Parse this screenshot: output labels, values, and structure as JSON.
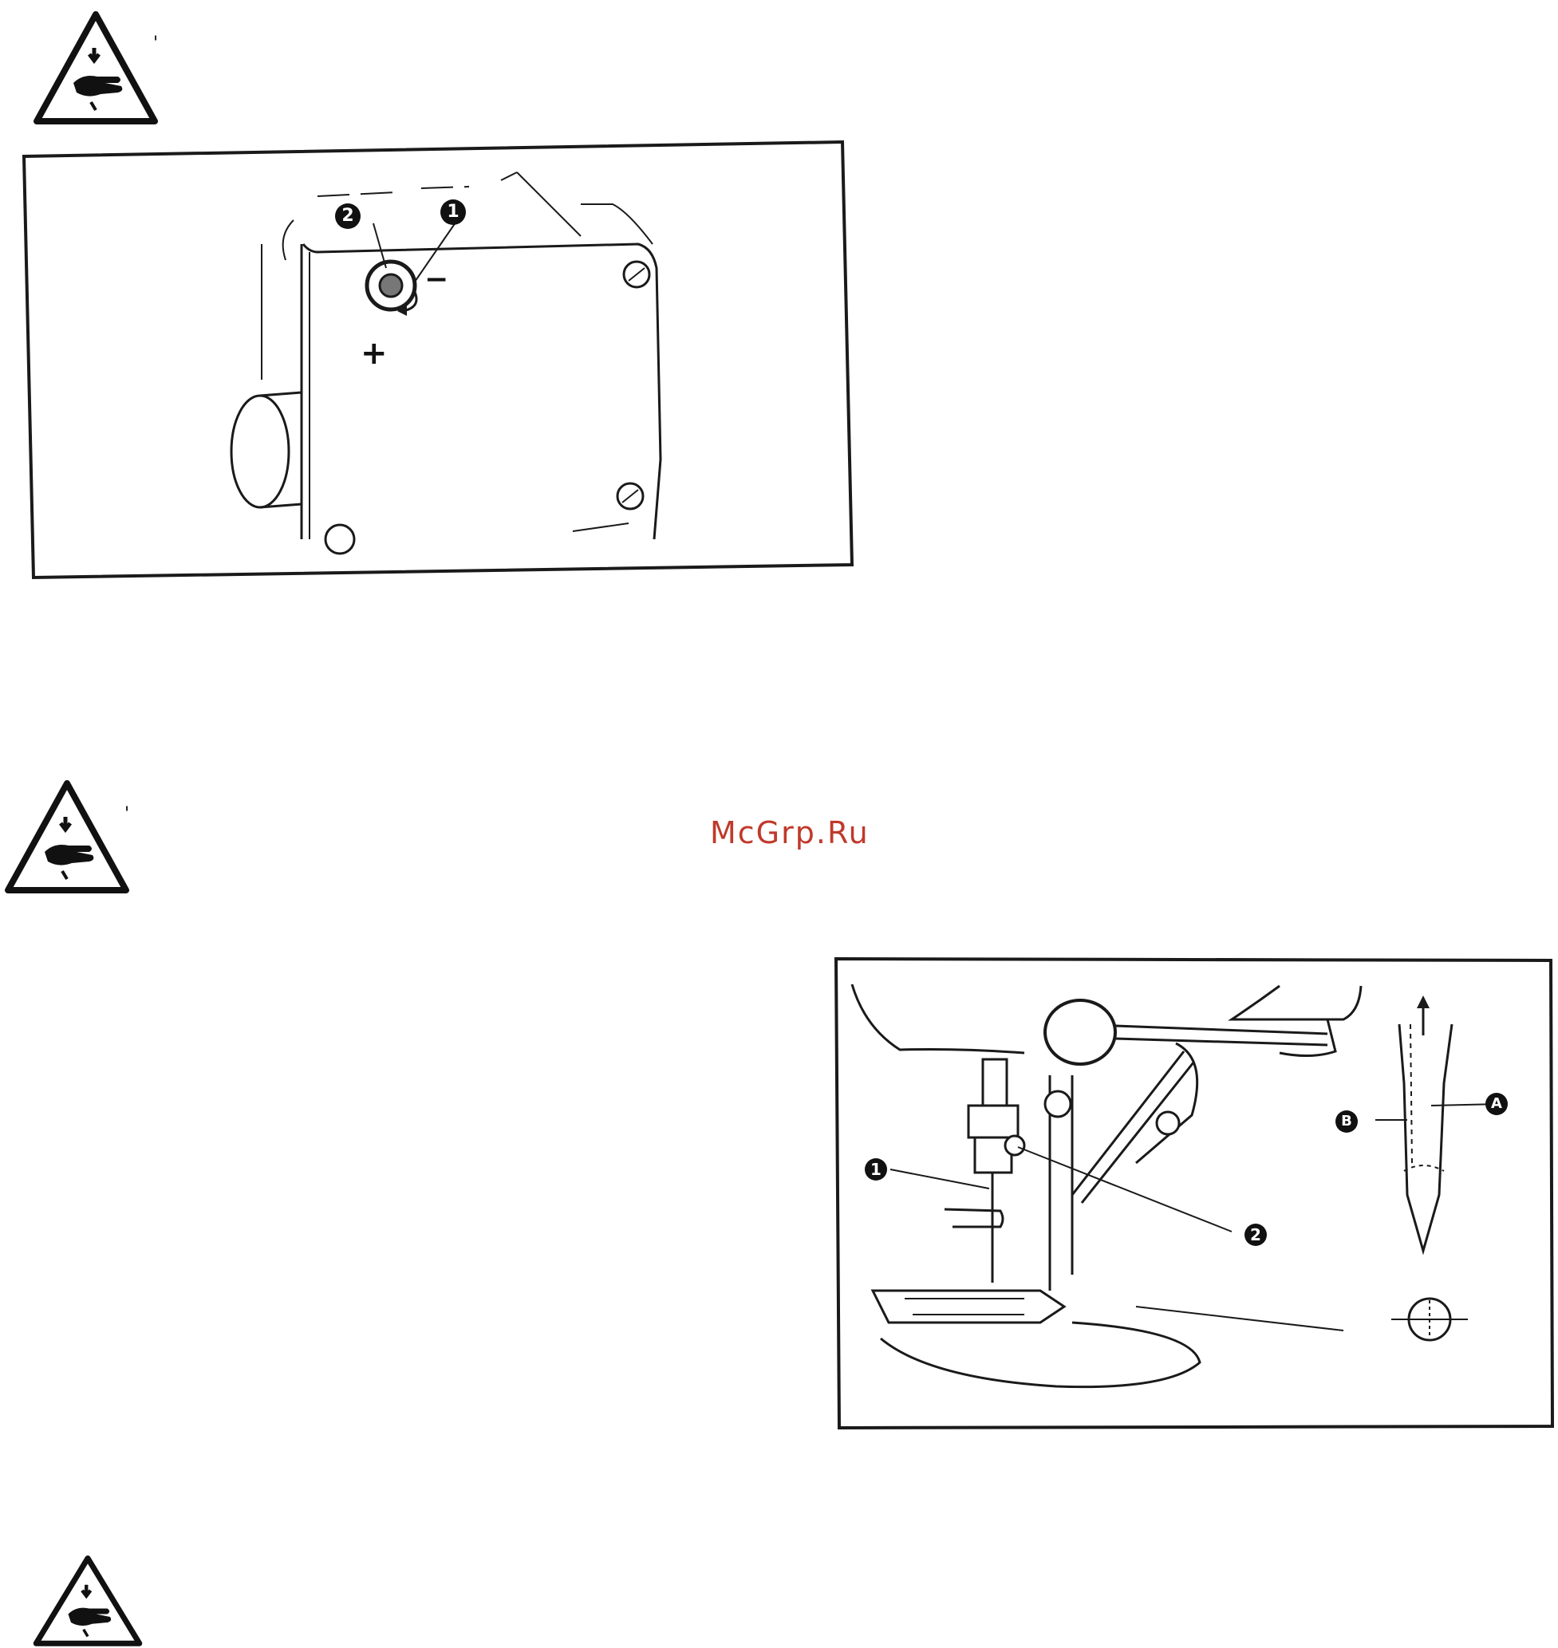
{
  "page": {
    "background": "#ffffff",
    "line_color": "#1a1a1a"
  },
  "watermark": {
    "text": "McGrp.Ru",
    "color": "#c0392b"
  },
  "warnings": [
    {
      "icon": "hand-caution-icon",
      "mark": "'"
    },
    {
      "icon": "hand-caution-icon",
      "mark": "'"
    },
    {
      "icon": "hand-caution-icon",
      "mark": ""
    }
  ],
  "figure1": {
    "callouts": {
      "nut": "1",
      "screw": "2"
    },
    "signs": {
      "minus": "−",
      "plus": "+"
    }
  },
  "figure2": {
    "callouts": {
      "needle": "1",
      "needle_clamp_screw": "2",
      "a": "A",
      "b": "B"
    }
  }
}
